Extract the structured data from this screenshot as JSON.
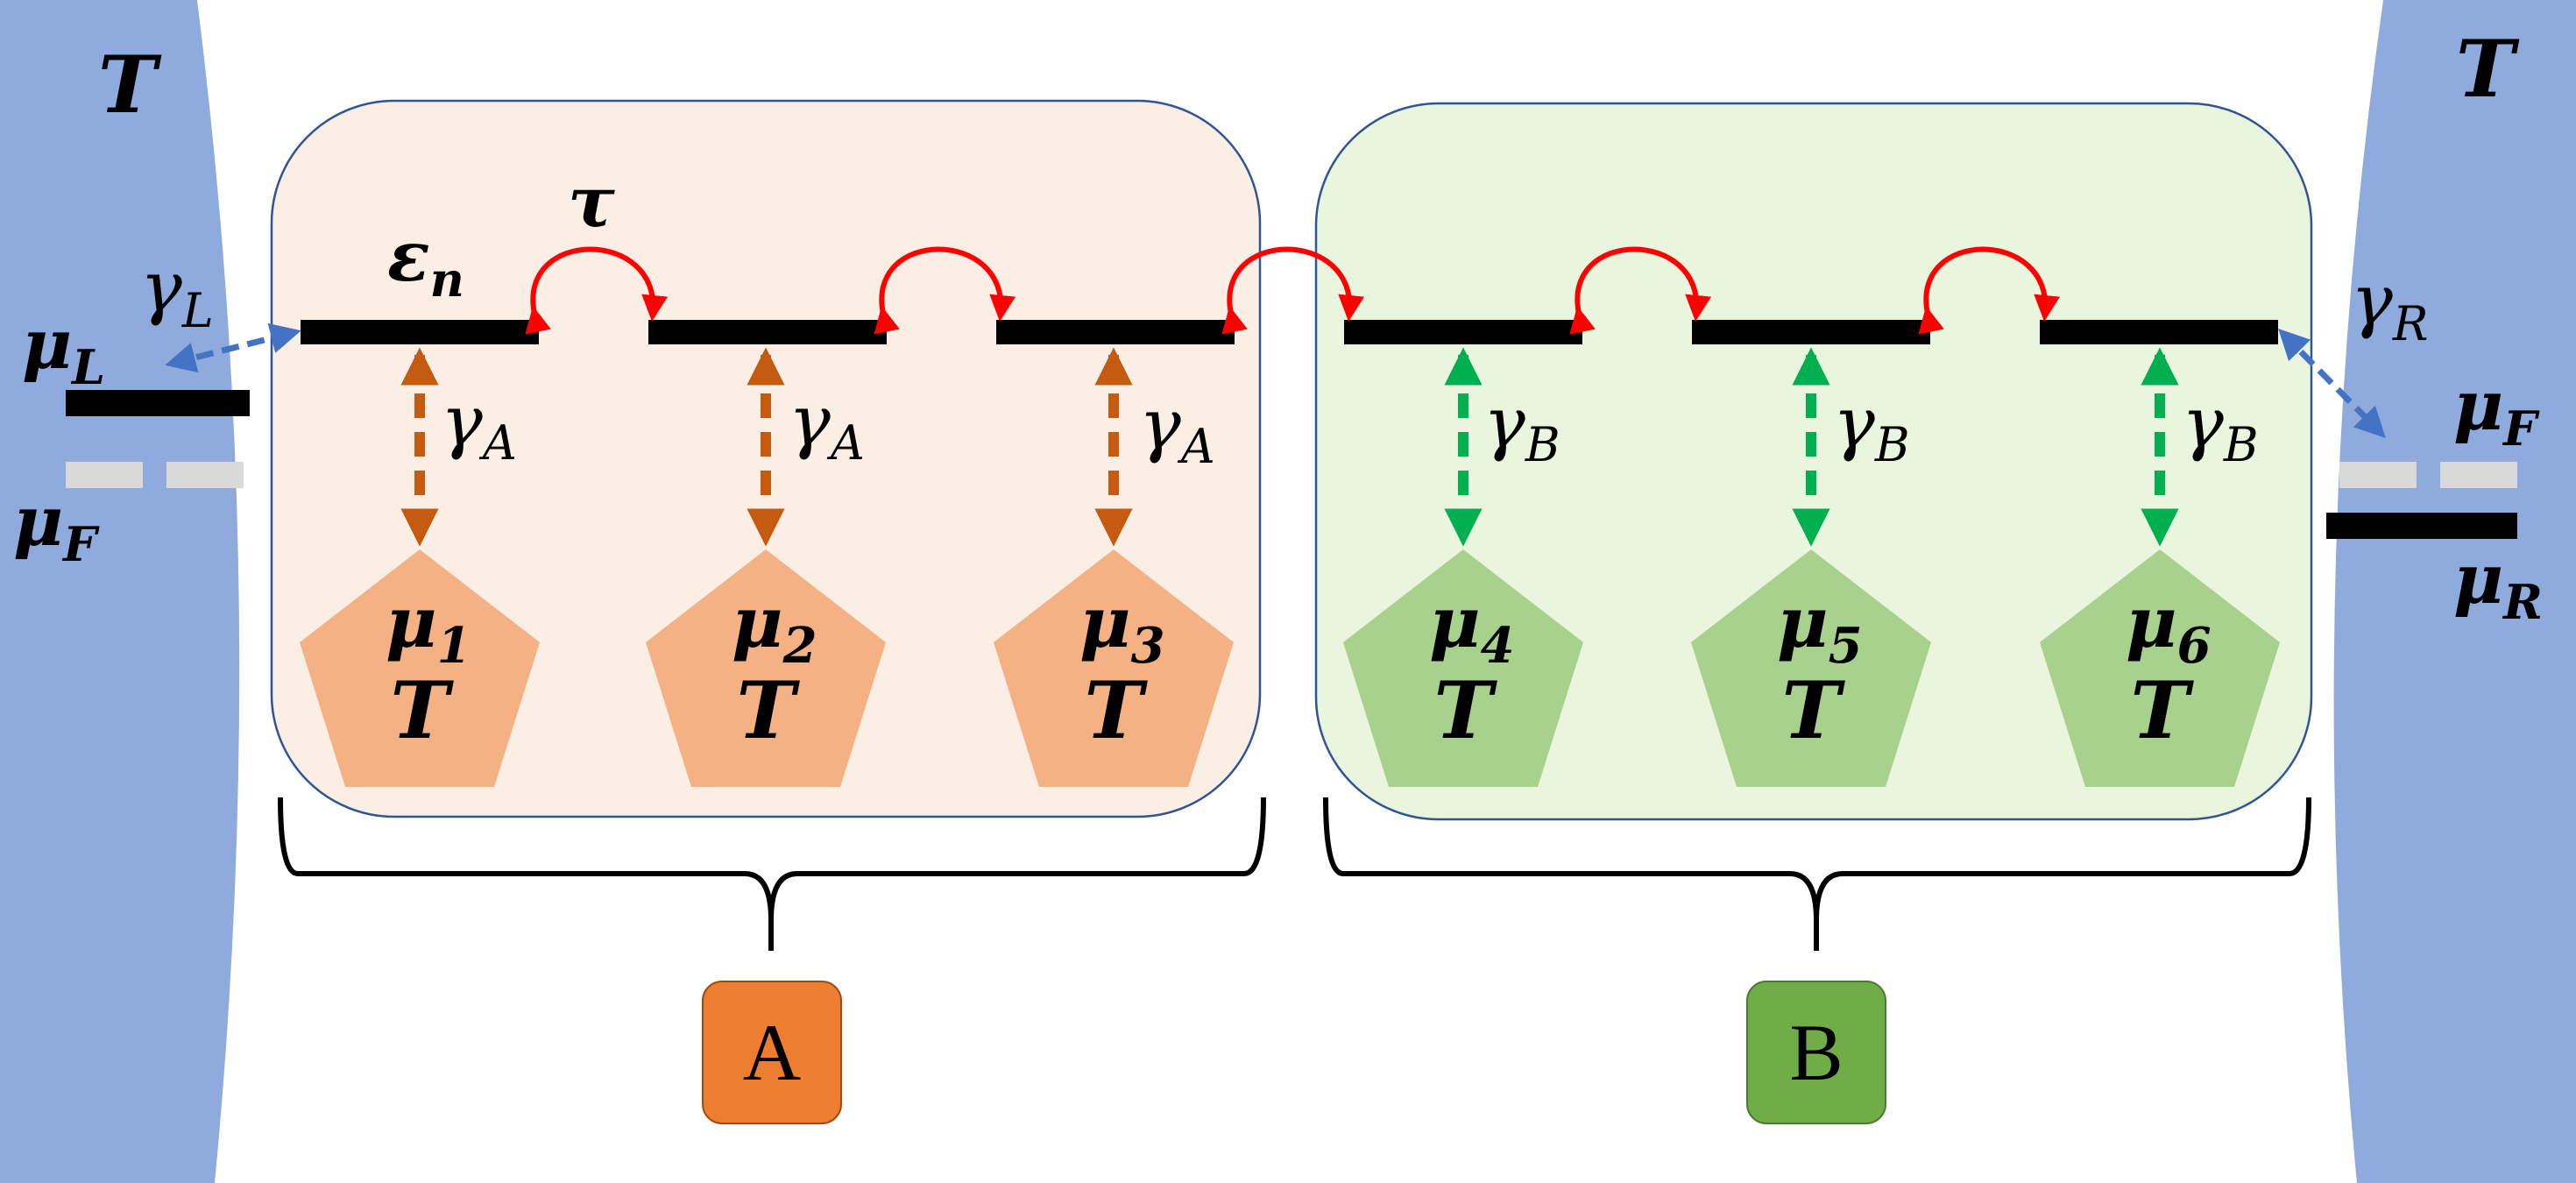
{
  "colors": {
    "reservoir": "#8faadc",
    "region_a_fill": "#fbeee4",
    "region_b_fill": "#e9f5dc",
    "region_border": "#2f5597",
    "pentagon_a": "#f4b183",
    "pentagon_b": "#a9d18e",
    "arrow_a": "#c55a11",
    "arrow_b": "#00b050",
    "arrow_lead": "#4472c4",
    "hop": "#ff0000",
    "tag_a": "#ed7d31",
    "tag_b": "#70ad47",
    "level_dash": "#d9d9d9"
  },
  "reservoirs": {
    "left": {
      "temp": "T",
      "mu_level": {
        "base": "μ",
        "sub": "L"
      },
      "mu_fermi": {
        "base": "μ",
        "sub": "F"
      },
      "coupling": {
        "base": "γ",
        "sub": "L"
      }
    },
    "right": {
      "temp": "T",
      "mu_level": {
        "base": "μ",
        "sub": "R"
      },
      "mu_fermi": {
        "base": "μ",
        "sub": "F"
      },
      "coupling": {
        "base": "γ",
        "sub": "R"
      }
    }
  },
  "site_energy": {
    "base": "ε",
    "sub": "n"
  },
  "hopping": "τ",
  "probes": [
    {
      "mu": {
        "base": "μ",
        "sub": "1"
      },
      "temp": "T",
      "coupling": {
        "base": "γ",
        "sub": "A"
      },
      "group": "A"
    },
    {
      "mu": {
        "base": "μ",
        "sub": "2"
      },
      "temp": "T",
      "coupling": {
        "base": "γ",
        "sub": "A"
      },
      "group": "A"
    },
    {
      "mu": {
        "base": "μ",
        "sub": "3"
      },
      "temp": "T",
      "coupling": {
        "base": "γ",
        "sub": "A"
      },
      "group": "A"
    },
    {
      "mu": {
        "base": "μ",
        "sub": "4"
      },
      "temp": "T",
      "coupling": {
        "base": "γ",
        "sub": "B"
      },
      "group": "B"
    },
    {
      "mu": {
        "base": "μ",
        "sub": "5"
      },
      "temp": "T",
      "coupling": {
        "base": "γ",
        "sub": "B"
      },
      "group": "B"
    },
    {
      "mu": {
        "base": "μ",
        "sub": "6"
      },
      "temp": "T",
      "coupling": {
        "base": "γ",
        "sub": "B"
      },
      "group": "B"
    }
  ],
  "regions": [
    {
      "label": "A"
    },
    {
      "label": "B"
    }
  ]
}
